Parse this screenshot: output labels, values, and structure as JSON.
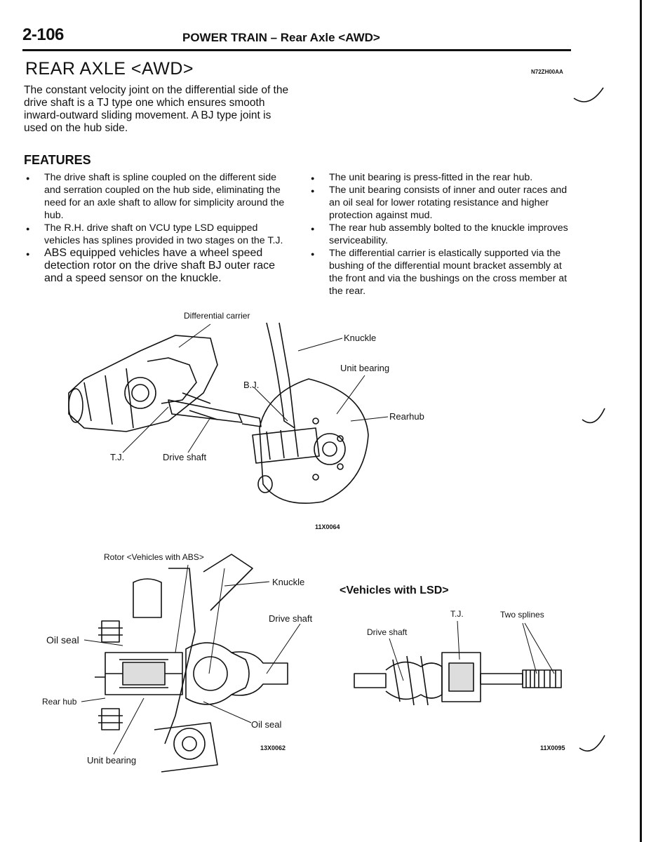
{
  "header": {
    "page_number": "2-106",
    "running_title": "POWER TRAIN – Rear Axle <AWD>"
  },
  "section": {
    "title": "REAR AXLE <AWD>",
    "code": "N72ZH00AA",
    "intro": "The constant velocity joint on the differential side of the drive shaft is a TJ type one which ensures smooth inward-outward sliding movement. A BJ type joint is used on the hub side."
  },
  "features": {
    "heading": "FEATURES",
    "left": [
      "The drive shaft is spline coupled on the different side and serration coupled on the hub side, eliminating the need for an axle shaft to allow for simplicity around the hub.",
      "The R.H. drive shaft on VCU type LSD equipped vehicles has splines provided in two stages on the T.J.",
      "ABS equipped vehicles have a wheel speed detection rotor on the drive shaft BJ outer race and a speed sensor on the knuckle."
    ],
    "right": [
      "The unit bearing is press-fitted in the rear hub.",
      "The unit bearing consists of inner and outer races and an oil seal for lower rotating resistance and higher protection against mud.",
      "The rear hub assembly bolted to the knuckle improves serviceability.",
      "The differential carrier is elastically supported via the bushing of the differential mount bracket assembly at the front and via the bushings on the cross member at the rear."
    ]
  },
  "figure1": {
    "labels": {
      "differential_carrier": "Differential carrier",
      "knuckle": "Knuckle",
      "unit_bearing": "Unit bearing",
      "bj": "B.J.",
      "rear_hub": "Rearhub",
      "tj": "T.J.",
      "drive_shaft": "Drive shaft"
    },
    "code": "11X0064"
  },
  "figure2": {
    "labels": {
      "rotor": "Rotor <Vehicles with ABS>",
      "knuckle": "Knuckle",
      "drive_shaft": "Drive shaft",
      "oil_seal_left": "Oil seal",
      "rear_hub": "Rear hub",
      "oil_seal_right": "Oil seal",
      "unit_bearing": "Unit bearing"
    },
    "code": "13X0062"
  },
  "figure3": {
    "heading": "<Vehicles with LSD>",
    "labels": {
      "tj": "T.J.",
      "two_splines": "Two splines",
      "drive_shaft": "Drive shaft"
    },
    "code": "11X0095"
  }
}
